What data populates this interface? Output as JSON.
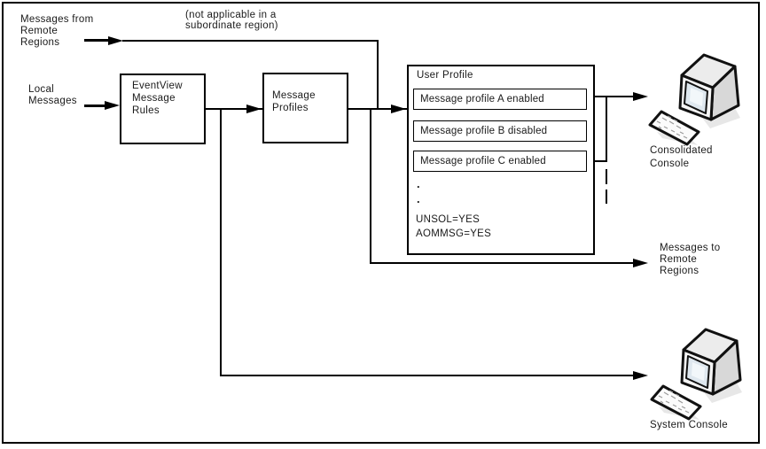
{
  "labels": {
    "messages_from_remote": [
      "Messages from",
      "Remote",
      "Regions"
    ],
    "note": [
      "(not applicable in a",
      "subordinate region)"
    ],
    "local_messages": [
      "Local",
      "Messages"
    ],
    "messages_to_remote": [
      "Messages to",
      "Remote",
      "Regions"
    ],
    "consolidated_console": [
      "Consolidated",
      "Console"
    ],
    "system_console": "System Console"
  },
  "nodes": {
    "eventview_message_rules": [
      "EventView",
      "Message",
      "Rules"
    ],
    "message_profiles": [
      "Message",
      "Profiles"
    ],
    "user_profile": {
      "title": "User Profile",
      "profiles": [
        "Message profile A enabled",
        "Message profile B disabled",
        "Message profile C enabled"
      ],
      "ellipsis_dots": [
        ".",
        "."
      ],
      "settings": [
        "UNSOL=YES",
        "AOMMSG=YES"
      ]
    }
  },
  "icons": {
    "consolidated": "crt-console-icon",
    "system": "crt-console-icon"
  },
  "colors": {
    "line": "#000000",
    "text": "#1a1a1a",
    "background": "#ffffff",
    "monitor_top": "#ececec",
    "monitor_side": "#d8d8d8",
    "monitor_front": "#f5f5f5",
    "monitor_screen": "#dfe8ef",
    "screen_highlight": "#f2f7fa",
    "keyboard": "#fbfbfb",
    "shadow": "#cfcfcf"
  }
}
